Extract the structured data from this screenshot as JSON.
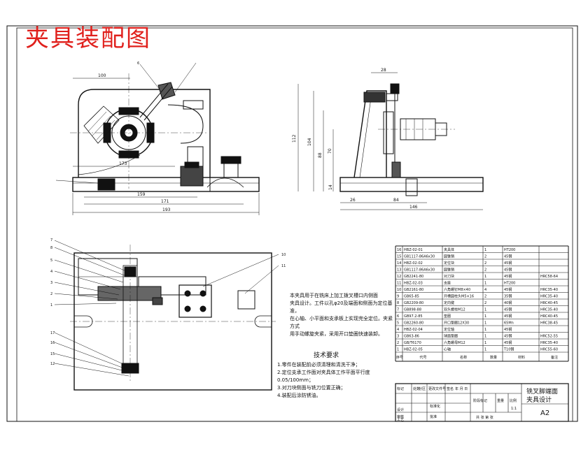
{
  "title": "夹具装配图",
  "dimensions": {
    "front_top": "100",
    "front_w1": "173",
    "front_w2": "159",
    "front_w3": "171",
    "front_w4": "193",
    "side_top": "28",
    "side_h1": "112",
    "side_h2": "104",
    "side_h3": "88",
    "side_h4": "70",
    "side_h5": "14",
    "side_w1": "26",
    "side_w2": "84",
    "side_w3": "146"
  },
  "balloons": {
    "front_top": "6",
    "plan_left": [
      "7",
      "8",
      "5",
      "4",
      "3",
      "2",
      "1",
      "17",
      "16",
      "15",
      "12"
    ],
    "plan_right": [
      "10",
      "11"
    ]
  },
  "notes": {
    "desc_lines": [
      "本夹具用于在铣床上加工拨叉槽口内侧面",
      "夹具设计。工件以孔φ20及端面和侧面为定位基准，",
      "在心轴、小平面和支承板上实现完全定位。夹紧方式",
      "用手动螺旋夹紧，采用开口垫圈快速装卸。"
    ],
    "tech_title": "技术要求",
    "tech_items": [
      "1.零件在装配前必须清理和清洗干净；",
      "2.定位支承工作面对夹具体工作平面平行度0.05/100mm；",
      "3.对刀块侧面与铣刀位置正确；",
      "4.装配后涂防锈油。"
    ]
  },
  "bom": {
    "rows": [
      [
        "16",
        "HBZ-02-01",
        "夹具体",
        "1",
        "HT200",
        ""
      ],
      [
        "15",
        "GB1117-86A6x30",
        "圆锥销",
        "2",
        "45钢",
        ""
      ],
      [
        "14",
        "HBZ-02-02",
        "定位块",
        "2",
        "45钢",
        ""
      ],
      [
        "13",
        "GB1117-86A6x30",
        "圆锥销",
        "2",
        "45钢",
        ""
      ],
      [
        "12",
        "GB2241-80",
        "对刀块",
        "1",
        "45钢",
        "HRC58-64"
      ],
      [
        "11",
        "HBZ-02-03",
        "支座",
        "1",
        "HT200",
        ""
      ],
      [
        "10",
        "GB2161-80",
        "六角螺钉M8×40",
        "4",
        "45钢",
        "HRC35-40"
      ],
      [
        "9",
        "GB65-85",
        "开槽圆柱头M5×16",
        "2",
        "35钢",
        "HRC35-40"
      ],
      [
        "8",
        "GB2209-80",
        "定向键",
        "2",
        "40钢",
        "HRC40-45"
      ],
      [
        "7",
        "GB898-88",
        "双头螺柱M12",
        "1",
        "45钢",
        "HRC35-40"
      ],
      [
        "6",
        "GB97.2-85",
        "垫圈",
        "1",
        "45钢",
        "HRC40-45"
      ],
      [
        "5",
        "GB2260-80",
        "开口垫圈12X30",
        "1",
        "65Mn",
        "HRC38-45"
      ],
      [
        "4",
        "HBZ-02-04",
        "定位轴",
        "1",
        "45钢",
        ""
      ],
      [
        "3",
        "GB63-86",
        "球面垫圈",
        "1",
        "45钢",
        "HRC52-55"
      ],
      [
        "2",
        "GB/T6170",
        "六角螺母M12",
        "1",
        "45钢",
        "HRC35-40"
      ],
      [
        "1",
        "HBZ-02-05",
        "心轴",
        "1",
        "T10钢",
        "HRC55-60"
      ]
    ],
    "header": [
      "序号",
      "代号",
      "名称",
      "数量",
      "材料",
      "备注"
    ]
  },
  "title_block": {
    "name_line1": "铣叉脚端面",
    "name_line2": "夹具设计",
    "size": "A2",
    "scale": "1:1",
    "labels_row": [
      "标记",
      "处数",
      "分区",
      "更改文件号",
      "签名",
      "年 月 日"
    ],
    "stage_labels": [
      "阶段标记",
      "重量",
      "比例"
    ],
    "roles_left": [
      "设计",
      "审核",
      "工艺"
    ],
    "roles_mid": [
      "标准化",
      "批准"
    ],
    "sheet_text": "共  张  第  张"
  },
  "colors": {
    "title": "#e0201c",
    "line": "#111111"
  }
}
